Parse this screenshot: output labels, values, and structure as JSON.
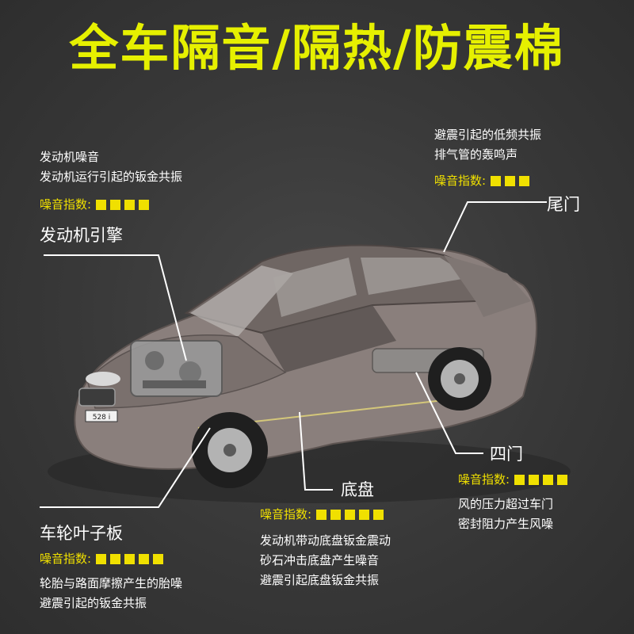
{
  "title": "全车隔音/隔热/防震棉",
  "noise_label": "噪音指数:",
  "sections": {
    "engine": {
      "name": "发动机引擎",
      "desc": [
        "发动机噪音",
        "发动机运行引起的钣金共振"
      ],
      "noise_level": 4
    },
    "trunk": {
      "name": "尾门",
      "desc": [
        "避震引起的低频共振",
        "排气管的轰鸣声"
      ],
      "noise_level": 3
    },
    "doors": {
      "name": "四门",
      "desc": [
        "风的压力超过车门",
        "密封阻力产生风噪"
      ],
      "noise_level": 4
    },
    "chassis": {
      "name": "底盘",
      "desc": [
        "发动机带动底盘钣金震动",
        "砂石冲击底盘产生噪音",
        "避震引起底盘钣金共振"
      ],
      "noise_level": 5
    },
    "fender": {
      "name": "车轮叶子板",
      "desc": [
        "轮胎与路面摩擦产生的胎噪",
        "避震引起的钣金共振"
      ],
      "noise_level": 5
    }
  },
  "car": {
    "plate": "528 i"
  },
  "colors": {
    "title": "#e6f000",
    "noise": "#f0e000",
    "body": "#8a7f7c",
    "text": "#ffffff"
  }
}
